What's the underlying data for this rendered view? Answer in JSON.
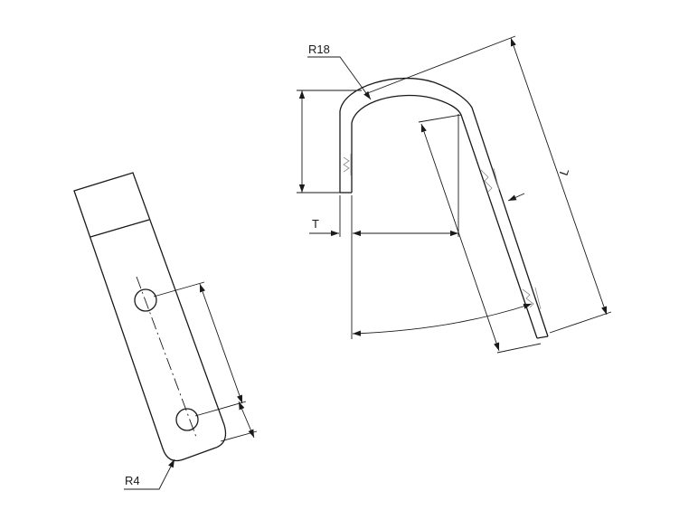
{
  "labels": {
    "bend_radius": "R18",
    "thickness": "T",
    "length": "L",
    "corner_radius": "R4"
  }
}
